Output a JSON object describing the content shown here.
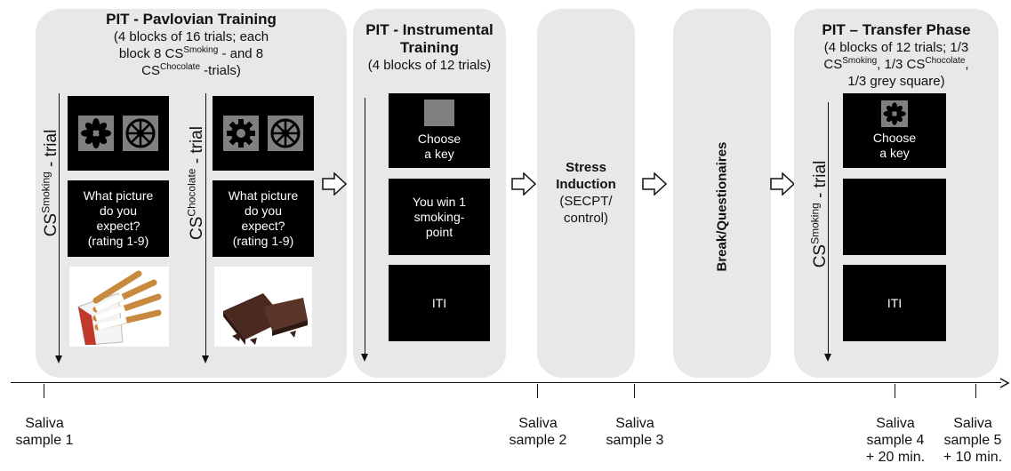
{
  "pavlovian": {
    "title": "PIT - Pavlovian Training",
    "sub1": "(4 blocks of 16 trials; each",
    "sub2a": "block 8 CS",
    "sub2sup": "Smoking",
    "sub2b": " - and 8",
    "sub3a": "CS",
    "sub3sup": "Chocolate",
    "sub3b": " -trials)",
    "smoking_label": "CS",
    "smoking_sup": "Smoking",
    "smoking_suffix": " - trial",
    "chocolate_label": "CS",
    "chocolate_sup": "Chocolate",
    "chocolate_suffix": " - trial",
    "question_lines": [
      "What picture",
      "do you",
      "expect?",
      "(rating 1-9)"
    ]
  },
  "instrumental": {
    "title_line1": "PIT - Instrumental",
    "title_line2": "Training",
    "sub": "(4 blocks of 12 trials)",
    "screen1_lines": [
      "Choose",
      "a key"
    ],
    "screen2_lines": [
      "You win 1",
      "smoking-",
      "point"
    ],
    "screen3": "ITI"
  },
  "stress": {
    "line1": "Stress",
    "line2": "Induction",
    "line3": "(SECPT/",
    "line4": "control)"
  },
  "break_label": "Break/Questionaires",
  "transfer": {
    "title": "PIT – Transfer Phase",
    "sub1": "(4 blocks of 12 trials; 1/3",
    "sub2a": "CS",
    "sub2sup1": "Smoking",
    "sub2b": ", 1/3 CS",
    "sub2sup2": "Chocolate",
    "sub2c": ",",
    "sub3": "1/3 grey square)",
    "trial_label": "CS",
    "trial_sup": "Smoking",
    "trial_suffix": " - trial",
    "screen1_lines": [
      "Choose",
      "a key"
    ],
    "screen3": "ITI"
  },
  "saliva": [
    {
      "line1": "Saliva",
      "line2": "sample 1",
      "line3": ""
    },
    {
      "line1": "Saliva",
      "line2": "sample 2",
      "line3": ""
    },
    {
      "line1": "Saliva",
      "line2": "sample 3",
      "line3": ""
    },
    {
      "line1": "Saliva",
      "line2": "sample 4",
      "line3": "+ 20 min."
    },
    {
      "line1": "Saliva",
      "line2": "sample 5",
      "line3": "+ 10 min."
    }
  ],
  "colors": {
    "panel": "#e8e8e8",
    "screen": "#000000",
    "grey_square": "#808080",
    "cigarette_orange": "#d9964a",
    "chocolate": "#4a2a20"
  }
}
